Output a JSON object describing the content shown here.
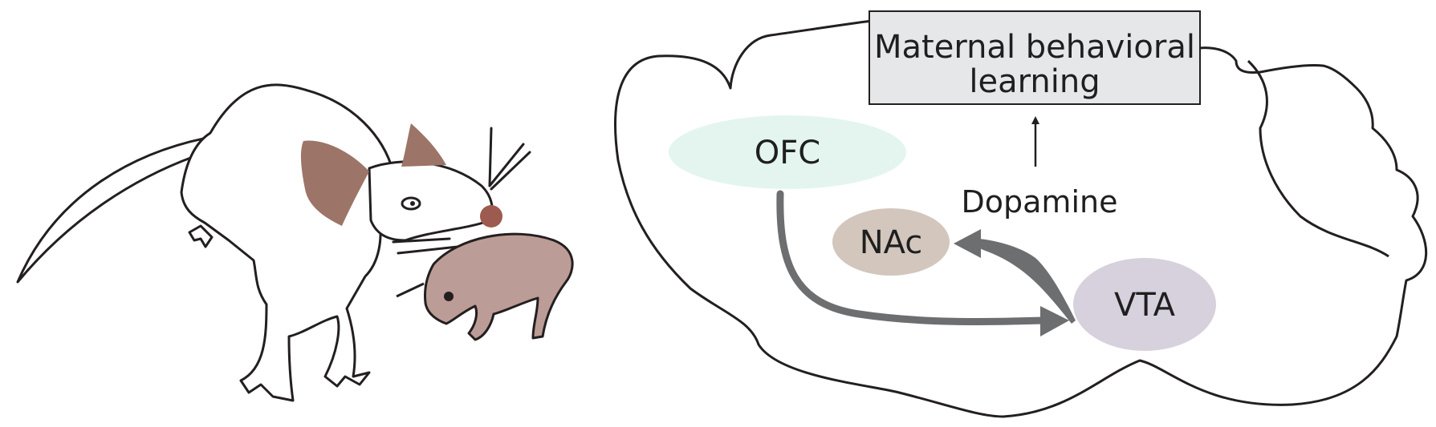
{
  "diagram": {
    "box": {
      "line1": "Maternal behavioral",
      "line2": "learning"
    },
    "regions": {
      "ofc": "OFC",
      "nac": "NAc",
      "vta": "VTA"
    },
    "transmitter": "Dopamine",
    "colors": {
      "box_fill": "#e6e7e9",
      "ofc_fill": "#e3f5ee",
      "nac_fill": "#d2c6bd",
      "vta_fill": "#d7d1dd",
      "arrow": "#6d6e70",
      "outline": "#231f20",
      "mouse_ear": "#9c7468",
      "pup": "#bc9c96",
      "nose": "#9c5b4e"
    }
  }
}
